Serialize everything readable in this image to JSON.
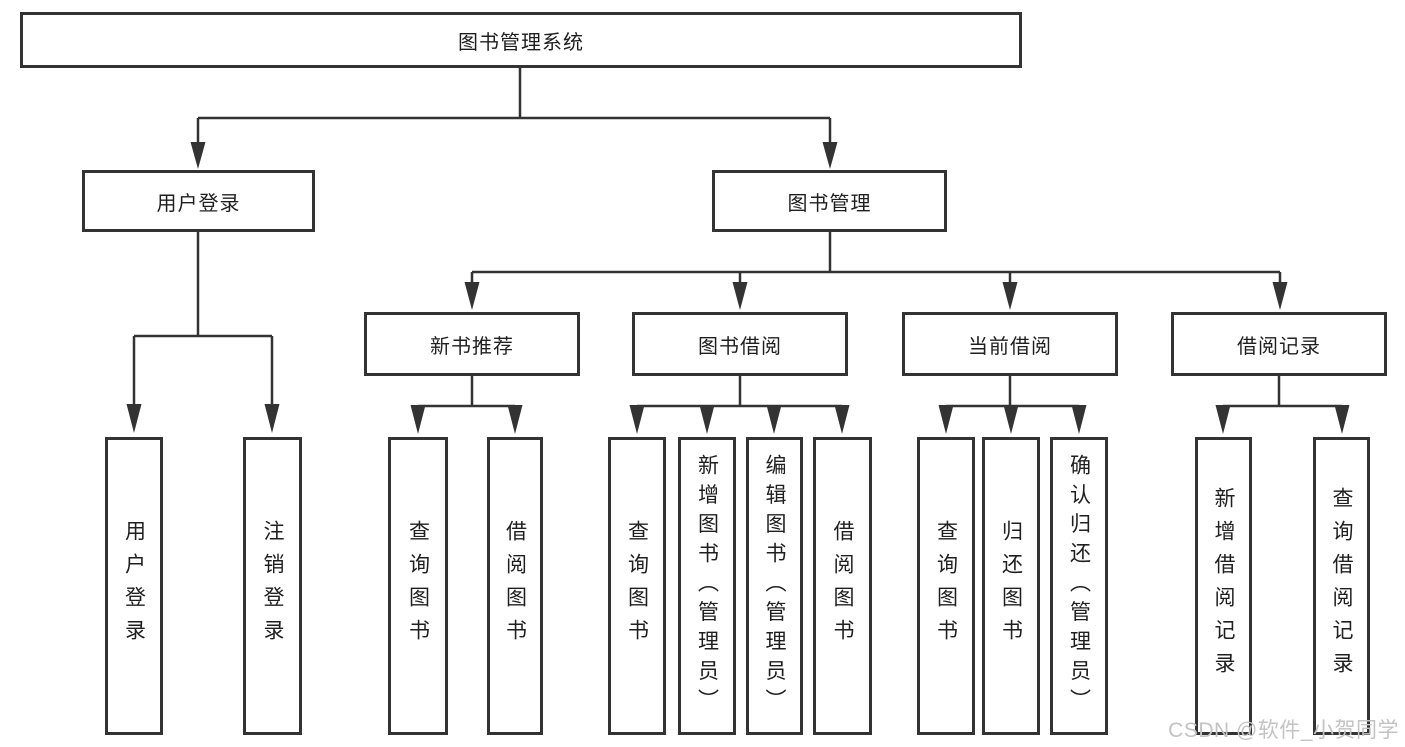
{
  "diagram": {
    "root": {
      "label": "图书管理系统",
      "children": [
        {
          "label": "用户登录",
          "children": [
            {
              "label": "用户登录"
            },
            {
              "label": "注销登录"
            }
          ]
        },
        {
          "label": "图书管理",
          "children": [
            {
              "label": "新书推荐",
              "children": [
                {
                  "label": "查询图书"
                },
                {
                  "label": "借阅图书"
                }
              ]
            },
            {
              "label": "图书借阅",
              "children": [
                {
                  "label": "查询图书"
                },
                {
                  "label": "新增图书（管理员）"
                },
                {
                  "label": "编辑图书（管理员）"
                },
                {
                  "label": "借阅图书"
                }
              ]
            },
            {
              "label": "当前借阅",
              "children": [
                {
                  "label": "查询图书"
                },
                {
                  "label": "归还图书"
                },
                {
                  "label": "确认归还（管理员）"
                }
              ]
            },
            {
              "label": "借阅记录",
              "children": [
                {
                  "label": "新增借阅记录"
                },
                {
                  "label": "查询借阅记录"
                }
              ]
            }
          ]
        }
      ]
    },
    "watermark": "CSDN @软件_小贺同学",
    "colors": {
      "line": "#333333",
      "border": "#333333",
      "fill": "#ffffff",
      "text": "#1f1f1f",
      "watermark": "#c3c3c3"
    }
  }
}
